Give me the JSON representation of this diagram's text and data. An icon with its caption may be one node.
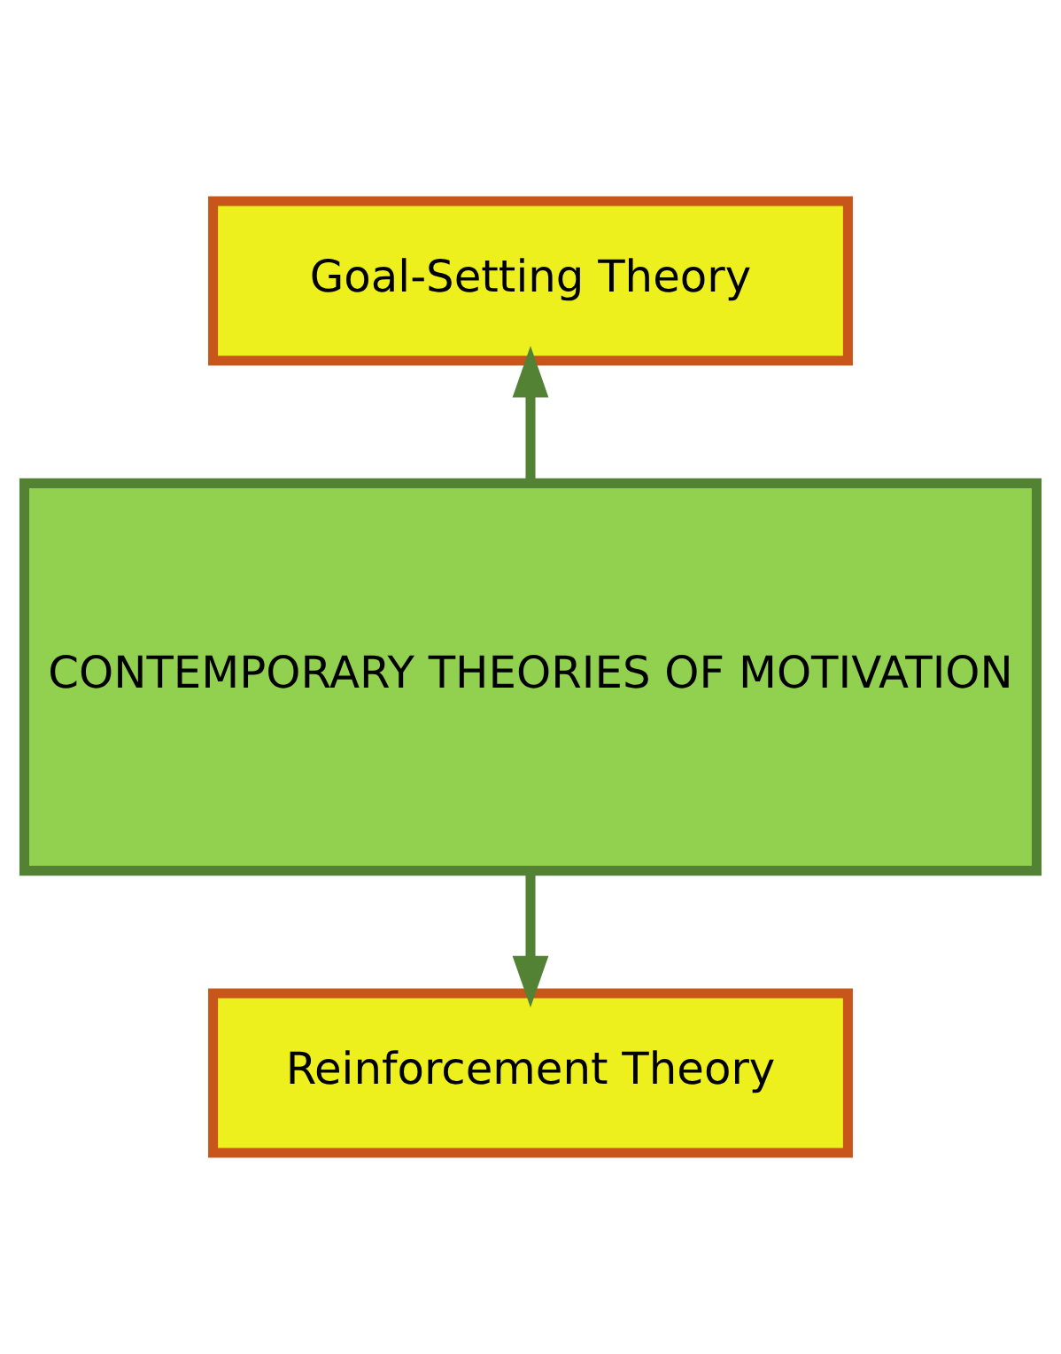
{
  "diagram": {
    "nodes": [
      {
        "text": [
          "Goal-Setting Theory"
        ]
      },
      {
        "text": [
          "CONTEMPORARY THEORIES OF MOTIVATION"
        ]
      },
      {
        "text": [
          "Reinforcement Theory"
        ]
      }
    ],
    "edges": [
      {
        "from": 1,
        "to": 0,
        "arrow": "to"
      },
      {
        "from": 1,
        "to": 2,
        "arrow": "to"
      }
    ]
  }
}
